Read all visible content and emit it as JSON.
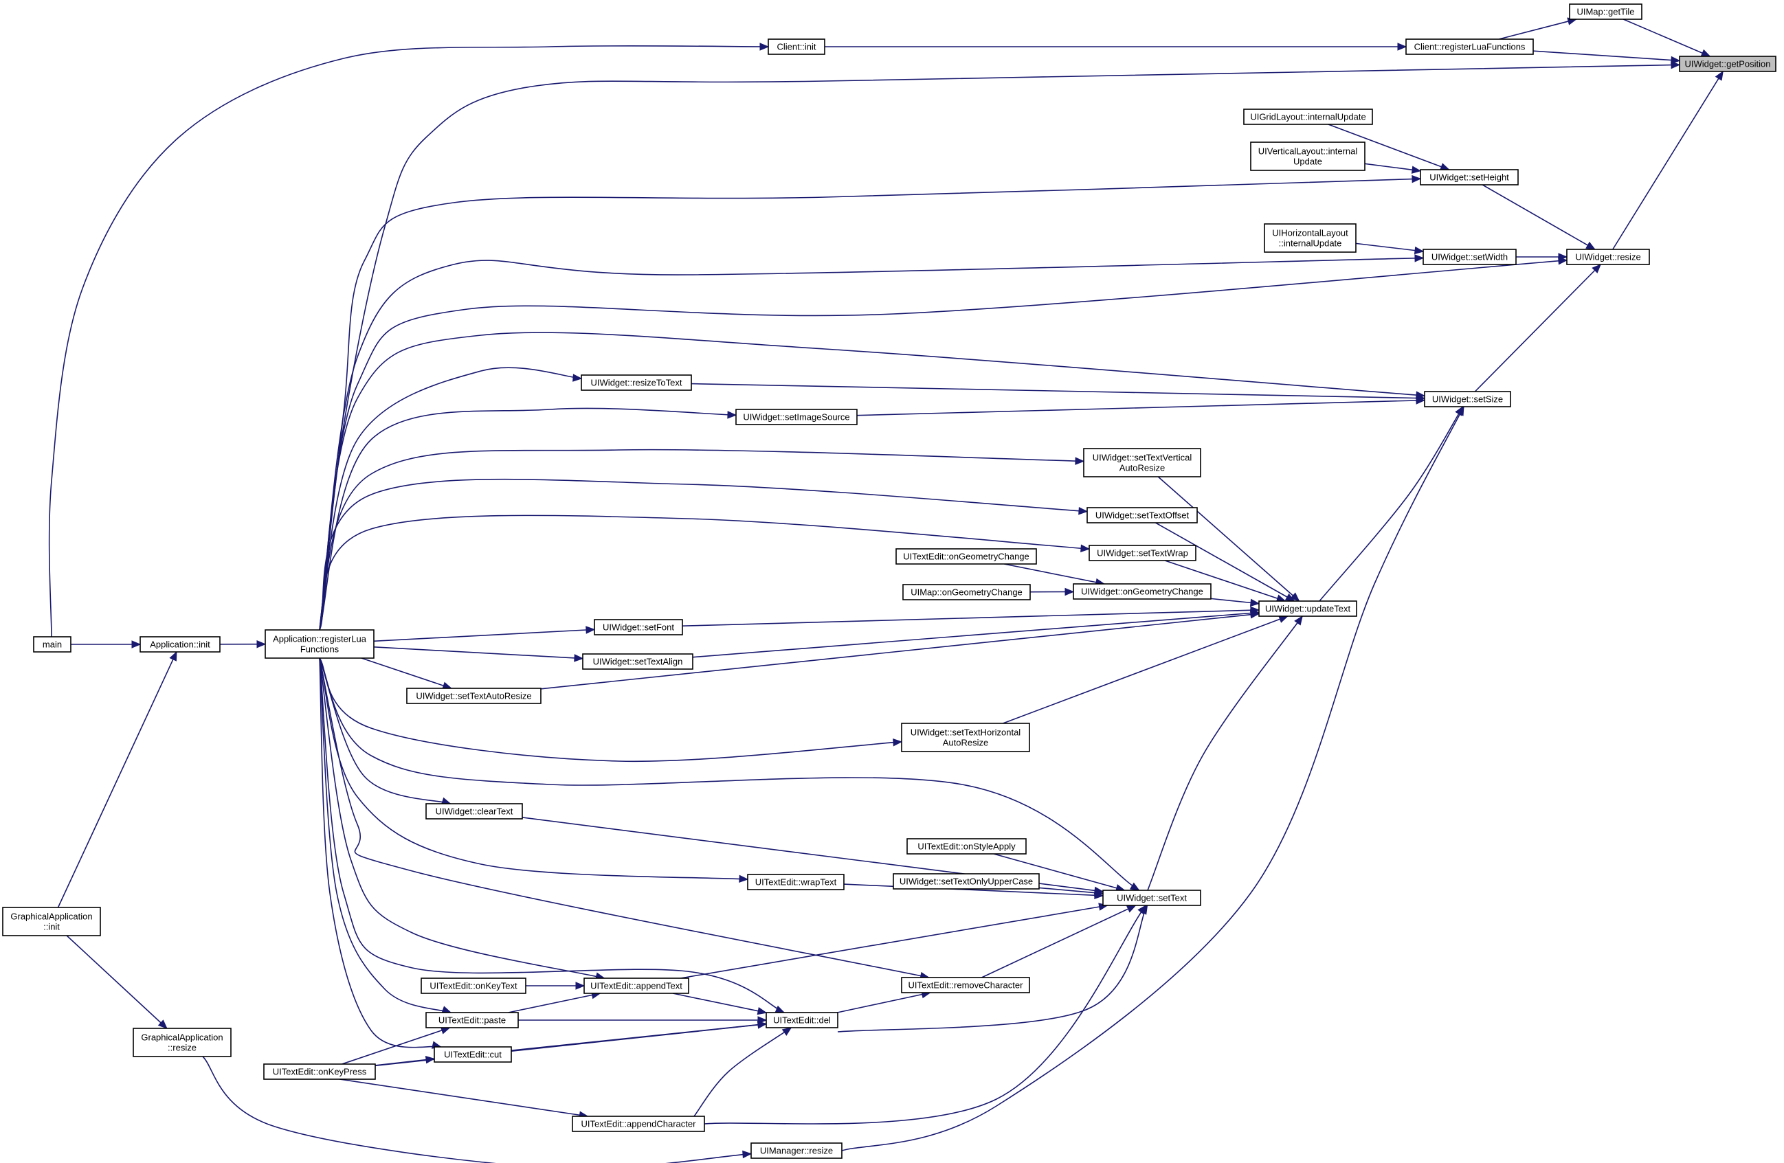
{
  "graph": {
    "focus_node": "UIWidget::getPosition",
    "edge_color": "#191970",
    "focus_fill": "#bfbfbf",
    "nodes": [
      {
        "id": "getPosition",
        "lines": [
          "UIWidget::getPosition"
        ],
        "focus": true
      },
      {
        "id": "getTile",
        "lines": [
          "UIMap::getTile"
        ]
      },
      {
        "id": "registerLuaFunctionsClient",
        "lines": [
          "Client::registerLuaFunctions"
        ]
      },
      {
        "id": "clientInit",
        "lines": [
          "Client::init"
        ]
      },
      {
        "id": "resizeW",
        "lines": [
          "UIWidget::resize"
        ]
      },
      {
        "id": "setHeight",
        "lines": [
          "UIWidget::setHeight"
        ]
      },
      {
        "id": "gridUpdate",
        "lines": [
          "UIGridLayout::internalUpdate"
        ]
      },
      {
        "id": "vertUpdate",
        "lines": [
          "UIVerticalLayout::internal",
          "Update"
        ]
      },
      {
        "id": "setWidth",
        "lines": [
          "UIWidget::setWidth"
        ]
      },
      {
        "id": "horizUpdate",
        "lines": [
          "UIHorizontalLayout",
          "::internalUpdate"
        ]
      },
      {
        "id": "setSize",
        "lines": [
          "UIWidget::setSize"
        ]
      },
      {
        "id": "resizeToText",
        "lines": [
          "UIWidget::resizeToText"
        ]
      },
      {
        "id": "setImageSource",
        "lines": [
          "UIWidget::setImageSource"
        ]
      },
      {
        "id": "updateText",
        "lines": [
          "UIWidget::updateText"
        ]
      },
      {
        "id": "setTextVertical",
        "lines": [
          "UIWidget::setTextVertical",
          "AutoResize"
        ]
      },
      {
        "id": "setTextOffset",
        "lines": [
          "UIWidget::setTextOffset"
        ]
      },
      {
        "id": "setTextWrap",
        "lines": [
          "UIWidget::setTextWrap"
        ]
      },
      {
        "id": "onGeometryChange",
        "lines": [
          "UIWidget::onGeometryChange"
        ]
      },
      {
        "id": "textEditGeometry",
        "lines": [
          "UITextEdit::onGeometryChange"
        ]
      },
      {
        "id": "mapGeometry",
        "lines": [
          "UIMap::onGeometryChange"
        ]
      },
      {
        "id": "setFont",
        "lines": [
          "UIWidget::setFont"
        ]
      },
      {
        "id": "setTextAlign",
        "lines": [
          "UIWidget::setTextAlign"
        ]
      },
      {
        "id": "setTextAutoResize",
        "lines": [
          "UIWidget::setTextAutoResize"
        ]
      },
      {
        "id": "setTextHorizontal",
        "lines": [
          "UIWidget::setTextHorizontal",
          "AutoResize"
        ]
      },
      {
        "id": "setText",
        "lines": [
          "UIWidget::setText"
        ]
      },
      {
        "id": "clearText",
        "lines": [
          "UIWidget::clearText"
        ]
      },
      {
        "id": "onStyleApply",
        "lines": [
          "UITextEdit::onStyleApply"
        ]
      },
      {
        "id": "setTextUpper",
        "lines": [
          "UIWidget::setTextOnlyUpperCase"
        ]
      },
      {
        "id": "wrapText",
        "lines": [
          "UITextEdit::wrapText"
        ]
      },
      {
        "id": "removeCharacter",
        "lines": [
          "UITextEdit::removeCharacter"
        ]
      },
      {
        "id": "appendText",
        "lines": [
          "UITextEdit::appendText"
        ]
      },
      {
        "id": "onKeyText",
        "lines": [
          "UITextEdit::onKeyText"
        ]
      },
      {
        "id": "del",
        "lines": [
          "UITextEdit::del"
        ]
      },
      {
        "id": "paste",
        "lines": [
          "UITextEdit::paste"
        ]
      },
      {
        "id": "cut",
        "lines": [
          "UITextEdit::cut"
        ]
      },
      {
        "id": "onKeyPress",
        "lines": [
          "UITextEdit::onKeyPress"
        ]
      },
      {
        "id": "appendCharacter",
        "lines": [
          "UITextEdit::appendCharacter"
        ]
      },
      {
        "id": "managerResize",
        "lines": [
          "UIManager::resize"
        ]
      },
      {
        "id": "appRegisterLua",
        "lines": [
          "Application::registerLua",
          "Functions"
        ]
      },
      {
        "id": "appInit",
        "lines": [
          "Application::init"
        ]
      },
      {
        "id": "main",
        "lines": [
          "main"
        ]
      },
      {
        "id": "gfxInit",
        "lines": [
          "GraphicalApplication",
          "::init"
        ]
      },
      {
        "id": "gfxResize",
        "lines": [
          "GraphicalApplication",
          "::resize"
        ]
      }
    ],
    "edges": [
      [
        "getTile",
        "getPosition"
      ],
      [
        "registerLuaFunctionsClient",
        "getPosition"
      ],
      [
        "registerLuaFunctionsClient",
        "getTile"
      ],
      [
        "clientInit",
        "registerLuaFunctionsClient"
      ],
      [
        "main",
        "clientInit"
      ],
      [
        "appRegisterLua",
        "getPosition"
      ],
      [
        "resizeW",
        "getPosition"
      ],
      [
        "setHeight",
        "resizeW"
      ],
      [
        "gridUpdate",
        "setHeight"
      ],
      [
        "vertUpdate",
        "setHeight"
      ],
      [
        "appRegisterLua",
        "setHeight"
      ],
      [
        "setWidth",
        "resizeW"
      ],
      [
        "horizUpdate",
        "setWidth"
      ],
      [
        "appRegisterLua",
        "setWidth"
      ],
      [
        "appRegisterLua",
        "resizeW"
      ],
      [
        "setSize",
        "resizeW"
      ],
      [
        "appRegisterLua",
        "setSize"
      ],
      [
        "resizeToText",
        "setSize"
      ],
      [
        "appRegisterLua",
        "resizeToText"
      ],
      [
        "setImageSource",
        "setSize"
      ],
      [
        "appRegisterLua",
        "setImageSource"
      ],
      [
        "updateText",
        "setSize"
      ],
      [
        "managerResize",
        "setSize"
      ],
      [
        "setTextVertical",
        "updateText"
      ],
      [
        "appRegisterLua",
        "setTextVertical"
      ],
      [
        "setTextOffset",
        "updateText"
      ],
      [
        "appRegisterLua",
        "setTextOffset"
      ],
      [
        "setTextWrap",
        "updateText"
      ],
      [
        "appRegisterLua",
        "setTextWrap"
      ],
      [
        "onGeometryChange",
        "updateText"
      ],
      [
        "textEditGeometry",
        "onGeometryChange"
      ],
      [
        "mapGeometry",
        "onGeometryChange"
      ],
      [
        "setFont",
        "updateText"
      ],
      [
        "appRegisterLua",
        "setFont"
      ],
      [
        "setTextAlign",
        "updateText"
      ],
      [
        "appRegisterLua",
        "setTextAlign"
      ],
      [
        "setTextAutoResize",
        "updateText"
      ],
      [
        "appRegisterLua",
        "setTextAutoResize"
      ],
      [
        "setTextHorizontal",
        "updateText"
      ],
      [
        "appRegisterLua",
        "setTextHorizontal"
      ],
      [
        "setText",
        "updateText"
      ],
      [
        "appRegisterLua",
        "setText"
      ],
      [
        "clearText",
        "setText"
      ],
      [
        "appRegisterLua",
        "clearText"
      ],
      [
        "onStyleApply",
        "setText"
      ],
      [
        "setTextUpper",
        "setText"
      ],
      [
        "wrapText",
        "setText"
      ],
      [
        "appRegisterLua",
        "wrapText"
      ],
      [
        "removeCharacter",
        "setText"
      ],
      [
        "appRegisterLua",
        "removeCharacter"
      ],
      [
        "appendText",
        "setText"
      ],
      [
        "appRegisterLua",
        "appendText"
      ],
      [
        "onKeyText",
        "appendText"
      ],
      [
        "paste",
        "appendText"
      ],
      [
        "del",
        "setText"
      ],
      [
        "del",
        "removeCharacter"
      ],
      [
        "appendText",
        "del"
      ],
      [
        "appRegisterLua",
        "del"
      ],
      [
        "paste",
        "del"
      ],
      [
        "cut",
        "del"
      ],
      [
        "onKeyPress",
        "del"
      ],
      [
        "appendCharacter",
        "del"
      ],
      [
        "appendCharacter",
        "setText"
      ],
      [
        "appRegisterLua",
        "paste"
      ],
      [
        "appRegisterLua",
        "cut"
      ],
      [
        "onKeyPress",
        "paste"
      ],
      [
        "onKeyPress",
        "cut"
      ],
      [
        "onKeyPress",
        "appendCharacter"
      ],
      [
        "gfxResize",
        "managerResize"
      ],
      [
        "appInit",
        "appRegisterLua"
      ],
      [
        "main",
        "appInit"
      ],
      [
        "gfxInit",
        "appInit"
      ],
      [
        "gfxInit",
        "gfxResize"
      ]
    ]
  }
}
